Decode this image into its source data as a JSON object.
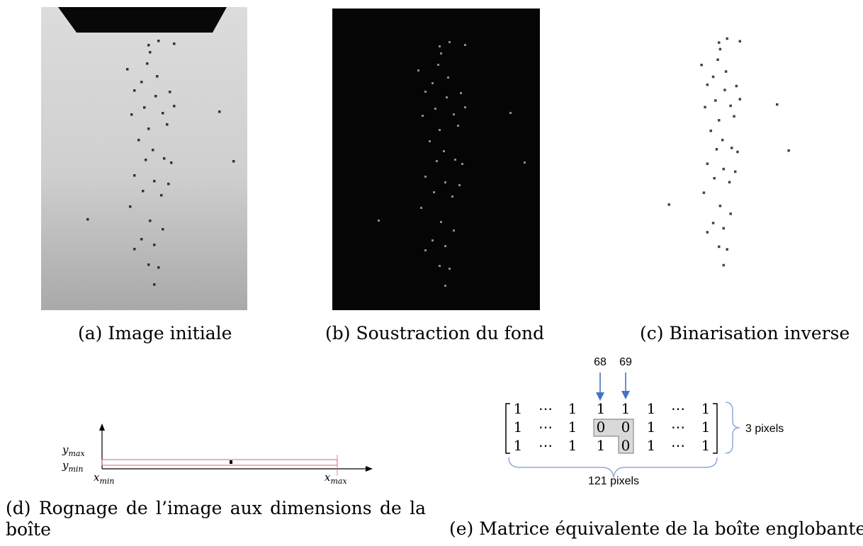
{
  "figure": {
    "captions": {
      "a": "(a) Image initiale",
      "b": "(b) Soustraction du fond",
      "c": "(c) Binarisation inverse",
      "d": "(d) Rognage de l’image aux dimensions de la boîte",
      "e": "(e) Matrice équivalente de la boîte englobante"
    },
    "axes": {
      "ymax": "y",
      "ymax_sub": "max",
      "ymin": "y",
      "ymin_sub": "min",
      "xmin": "x",
      "xmin_sub": "min",
      "xmax": "x",
      "xmax_sub": "max"
    },
    "matrix": {
      "col_label_1": "68",
      "col_label_2": "69",
      "rows": [
        [
          "1",
          "⋯",
          "1",
          "1",
          "1",
          "1",
          "⋯",
          "1"
        ],
        [
          "1",
          "⋯",
          "1",
          "0",
          "0",
          "1",
          "⋯",
          "1"
        ],
        [
          "1",
          "⋯",
          "1",
          "1",
          "0",
          "1",
          "⋯",
          "1"
        ]
      ],
      "height_label": "3 pixels",
      "width_label": "121 pixels"
    },
    "colors": {
      "arrow": "#4472c4",
      "brace": "#8eaadb",
      "box_fill": "#d9d9d9",
      "box_stroke": "#8c8c8c",
      "crop_box": "#e06666"
    }
  }
}
